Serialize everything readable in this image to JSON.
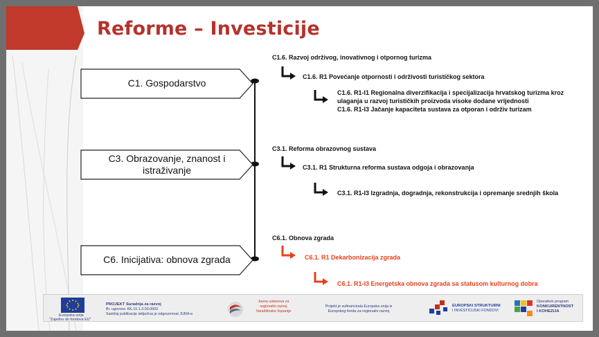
{
  "title": "Reforme – Investicije",
  "components": [
    {
      "label": "C1. Gospodarstvo"
    },
    {
      "label": "C3. Obrazovanje, znanost i istraživanje"
    },
    {
      "label": "C6. Inicijativa: obnova zgrada"
    }
  ],
  "c1": {
    "heading": "C1.6. Razvoj održivog, inovativnog i otpornog turizma",
    "reform": "C1.6. R1 Povećanje otpornosti i održivosti turističkog sektora",
    "inv1_line1": "C1.6. R1-I1 Regionalna diverzifikacija i specijalizacija hrvatskog turizma kroz",
    "inv1_line2": "ulaganja u razvoj turističkih proizvoda visoke dodane vrijednosti",
    "inv3": "C1.6. R1-I3 Jačanje kapaciteta sustava za otporan i održiv turizam"
  },
  "c3": {
    "heading": "C3.1. Reforma obrazovnog sustava",
    "reform": "C3.1. R1 Strukturna reforma sustava odgoja i obrazovanja",
    "inv3": "C3.1. R1-I3 Izgradnja, dogradnja, rekonstrukcija i opremanje srednjih škola"
  },
  "c6": {
    "heading": "C6.1. Obnova zgrada",
    "reform": "C6.1. R1 Dekarbonizacija zgrada",
    "inv3": "C6.1. R1-I3 Energetska obnova zgrada sa statusom kulturnog dobra"
  },
  "colors": {
    "title": "#b5322d",
    "highlight": "#e8401c",
    "accent_bar": "#c0392b"
  },
  "footer": {
    "eu_line1": "Europska unija",
    "eu_line2": "\"Zajedno do fondova EU\"",
    "project_title": "PROJEKT Suradnja za razvoj",
    "contract": "Br. ugovora: KK.10.1.3.03.0002",
    "disclaimer": "Sadržaj publikacije isključiva je odgovornost JURA-e",
    "agency_line1": "Javna ustanova za",
    "agency_line2": "regionalni razvoj",
    "agency_line3": "Varaždinske županije",
    "funding_line1": "Projekt je sufinancirala Europska unija iz",
    "funding_line2": "Europskog fonda za regionalni razvoj",
    "esif_line1": "EUROPSKI STRUKTURNI",
    "esif_line2": "I INVESTICIJSKI FONDOVI",
    "op_line1": "Operativni program",
    "op_line2": "KONKURENTNOST",
    "op_line3": "I KOHEZIJA"
  }
}
